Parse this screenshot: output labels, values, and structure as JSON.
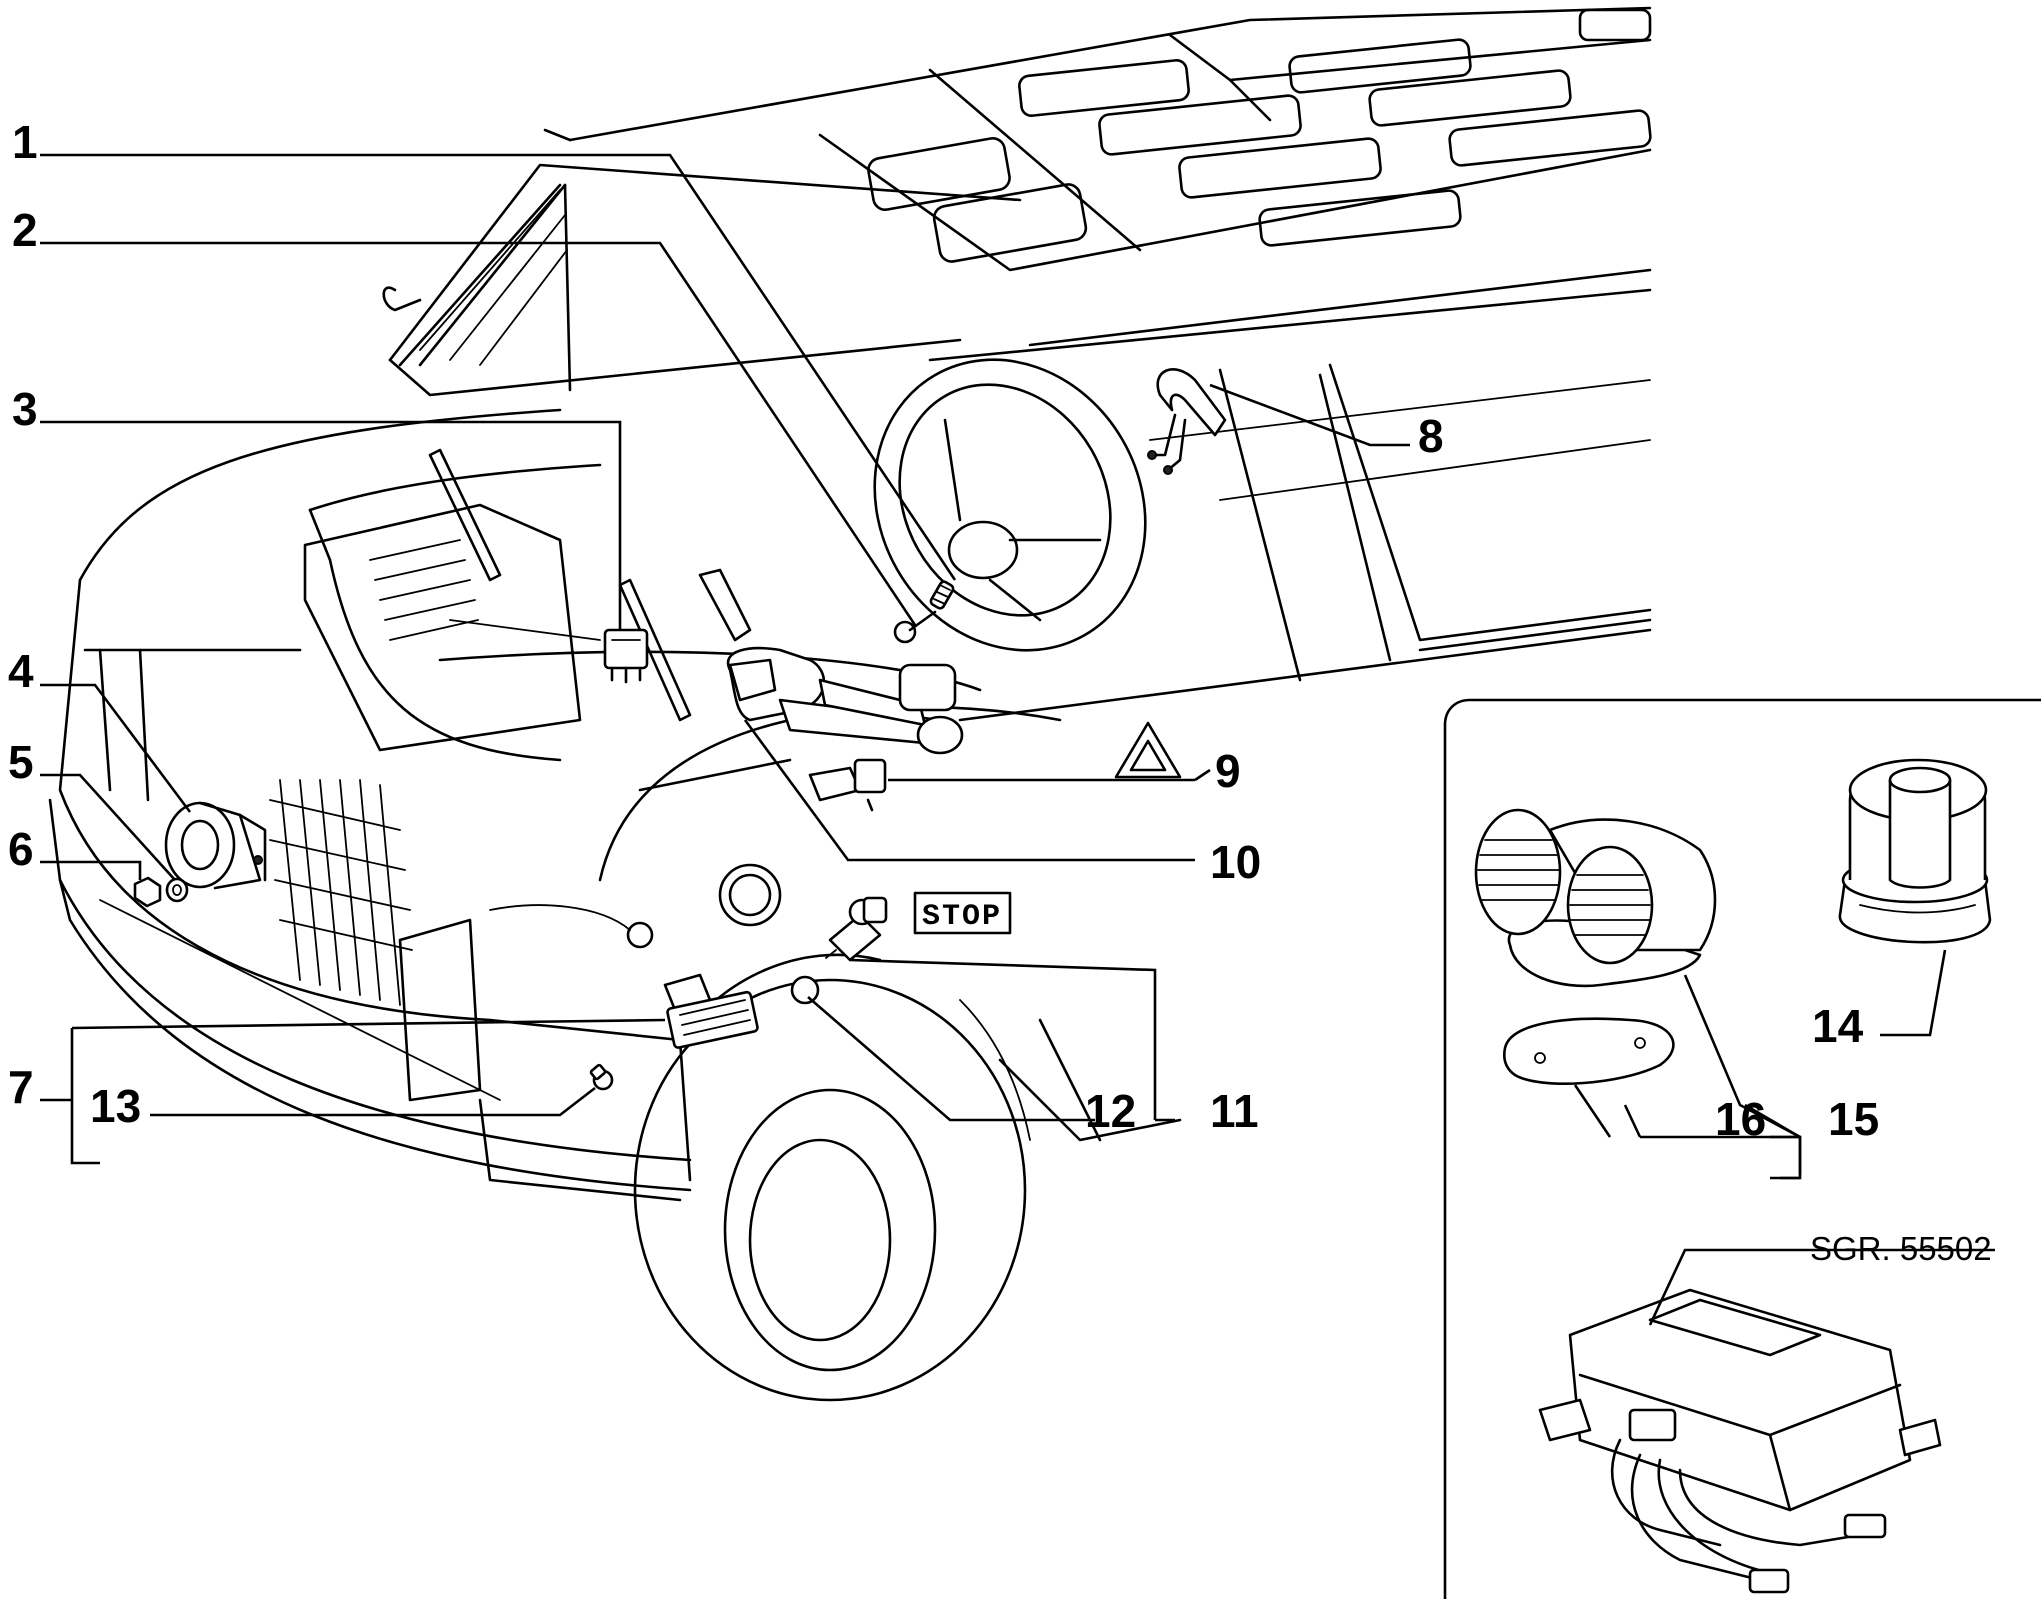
{
  "callouts": {
    "c1": "1",
    "c2": "2",
    "c3": "3",
    "c4": "4",
    "c5": "5",
    "c6": "6",
    "c7": "7",
    "c8": "8",
    "c9": "9",
    "c10": "10",
    "c11": "11",
    "c12": "12",
    "c13": "13",
    "c14": "14",
    "c15": "15",
    "c16": "16"
  },
  "stop_label": "STOP",
  "reference": "SGR. 55502",
  "icons": {
    "hazard": "hazard-triangle-icon"
  },
  "colors": {
    "line": "#000000",
    "background": "#ffffff"
  }
}
